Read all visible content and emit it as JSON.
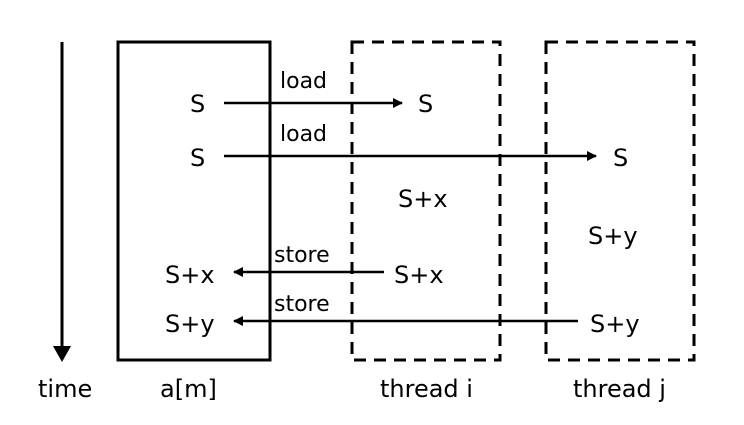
{
  "labels": {
    "time": "time",
    "memory": "a[m]",
    "thread_i": "thread i",
    "thread_j": "thread j"
  },
  "memory_values": {
    "row1": "S",
    "row2": "S",
    "row3": "S+x",
    "row4": "S+y"
  },
  "thread_i_values": {
    "loaded": "S",
    "computed": "S+x",
    "stored": "S+x"
  },
  "thread_j_values": {
    "loaded": "S",
    "computed": "S+y",
    "stored": "S+y"
  },
  "arrows": {
    "load_i": "load",
    "load_j": "load",
    "store_i": "store",
    "store_j": "store"
  }
}
